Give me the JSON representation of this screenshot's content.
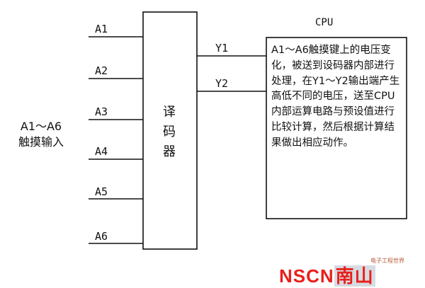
{
  "diagram": {
    "inputs": [
      "A1",
      "A2",
      "A3",
      "A4",
      "A5",
      "A6"
    ],
    "outputs": [
      "Y1",
      "Y2"
    ],
    "input_group_label": "A1～A6\n触摸输入",
    "decoder_label": "译码器",
    "cpu_label": "CPU",
    "cpu_description": "A1～A6触摸键上的电压变化，被送到设码器内部进行处理，在Y1～Y2输出端产生高低不同的电压，送至CPU内部运算电路与预设值进行比较计算，然后根据计算结果做出相应动作。"
  },
  "watermark": {
    "small_text": "电子工程世界",
    "logo_text": "NSCN",
    "logo_cn": "南山"
  },
  "colors": {
    "line": "#111111",
    "logo_red": "#e8201c"
  }
}
